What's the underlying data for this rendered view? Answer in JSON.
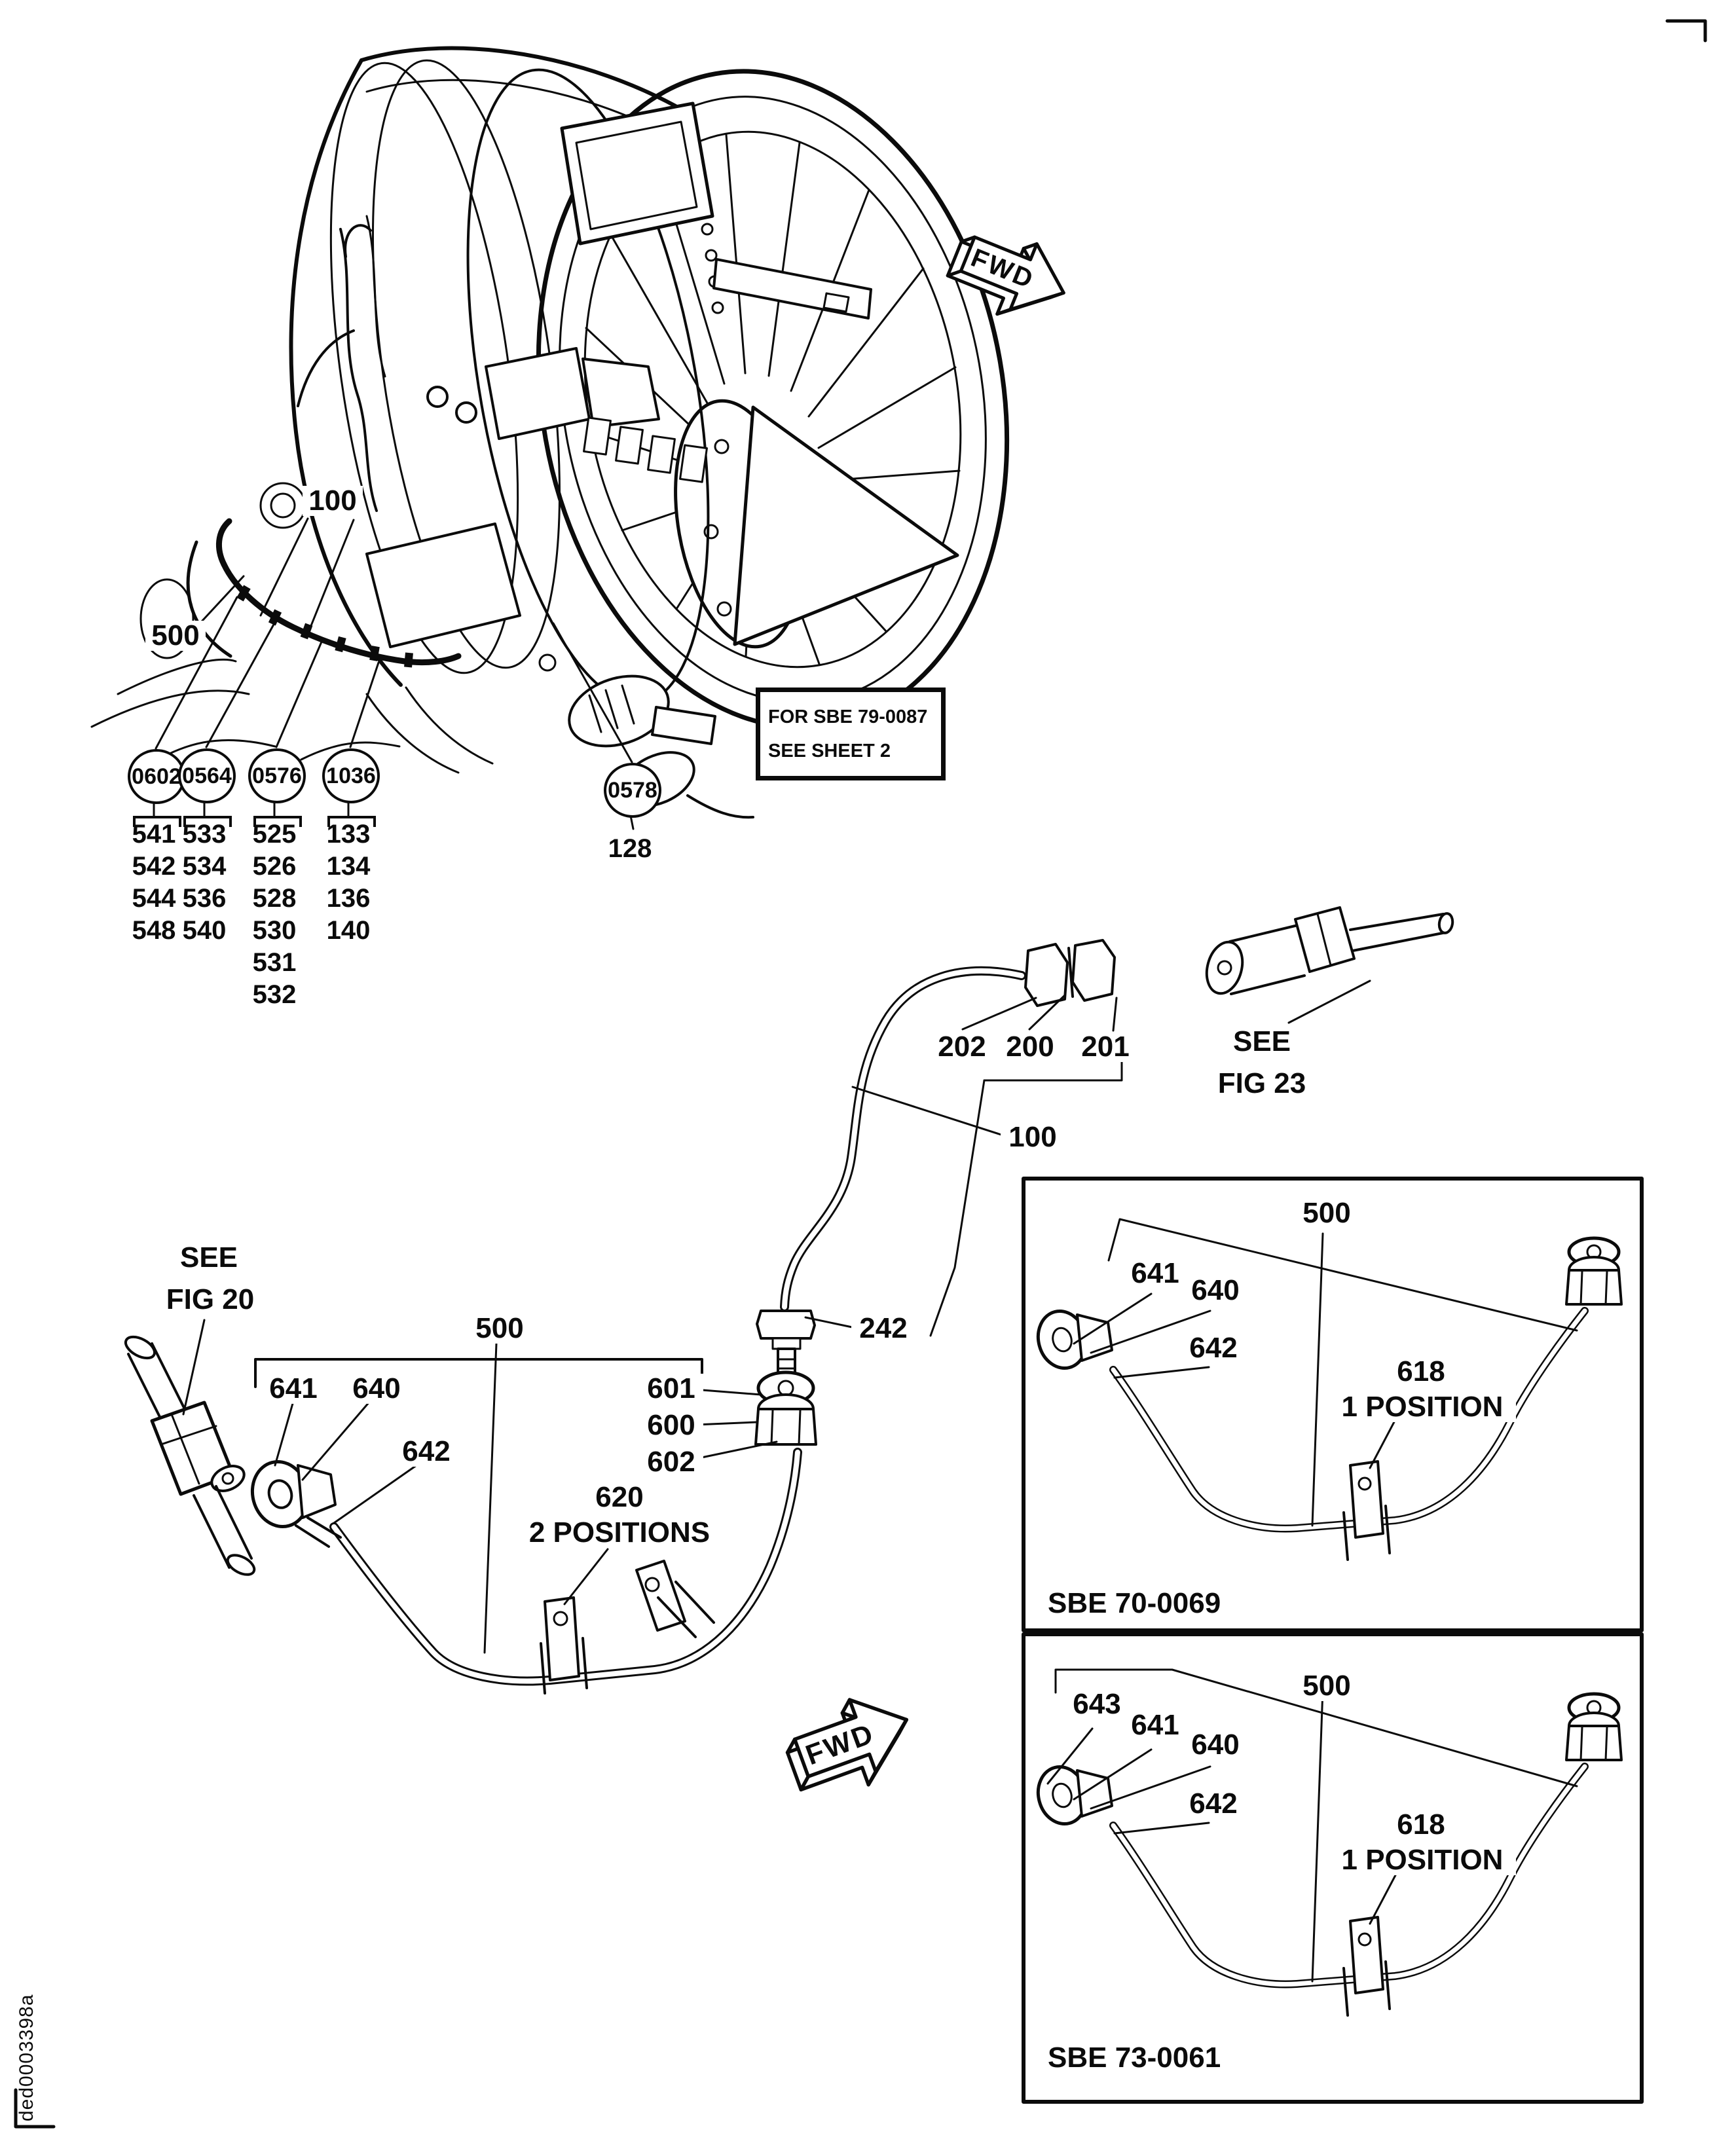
{
  "doc_code": "ded0003398a",
  "fwd_label": "FWD",
  "engine": {
    "label_100": "100",
    "label_500": "500"
  },
  "callout_groups": [
    {
      "circle": "0602",
      "items": [
        "541",
        "542",
        "544",
        "548"
      ]
    },
    {
      "circle": "0564",
      "items": [
        "533",
        "534",
        "536",
        "540"
      ]
    },
    {
      "circle": "0576",
      "items": [
        "525",
        "526",
        "528",
        "530",
        "531",
        "532"
      ]
    },
    {
      "circle": "1036",
      "items": [
        "133",
        "134",
        "136",
        "140"
      ]
    },
    {
      "circle": "0578",
      "items": [
        "128"
      ]
    }
  ],
  "note_box": {
    "line1": "FOR SBE 79-0087",
    "line2": "SEE SHEET 2"
  },
  "tube_assembly": {
    "label_202": "202",
    "label_200": "200",
    "label_201": "201",
    "label_100": "100",
    "label_242": "242",
    "see_fig_23_line1": "SEE",
    "see_fig_23_line2": "FIG 23"
  },
  "see_fig_20": {
    "line1": "SEE",
    "line2": "FIG 20"
  },
  "main_assembly": {
    "label_500": "500",
    "label_641": "641",
    "label_640": "640",
    "label_642": "642",
    "label_601": "601",
    "label_600": "600",
    "label_602": "602",
    "label_620": "620",
    "label_620_note": "2 POSITIONS"
  },
  "inset_top": {
    "label_500": "500",
    "label_641": "641",
    "label_640": "640",
    "label_642": "642",
    "label_618": "618",
    "label_618_note": "1 POSITION",
    "title": "SBE 70-0069"
  },
  "inset_bottom": {
    "label_500": "500",
    "label_643": "643",
    "label_641": "641",
    "label_640": "640",
    "label_642": "642",
    "label_618": "618",
    "label_618_note": "1 POSITION",
    "title": "SBE 73-0061"
  }
}
